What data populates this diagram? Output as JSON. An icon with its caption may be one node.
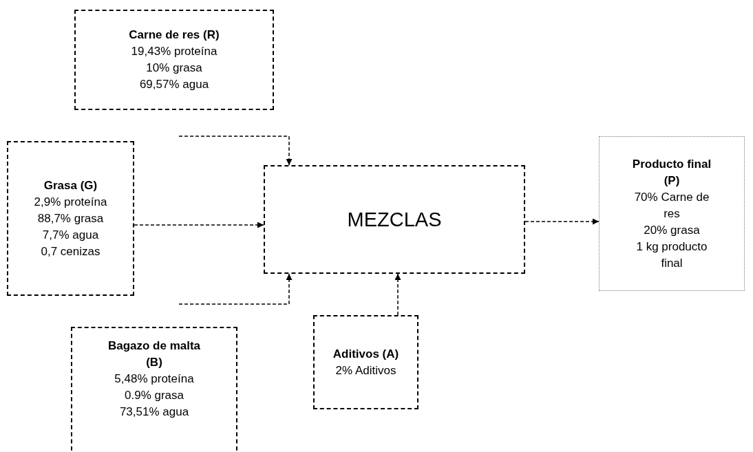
{
  "diagram": {
    "nodes": [
      {
        "text": [
          "Carne de res (R)",
          "19,43% proteína",
          "10% grasa",
          "69,57% agua"
        ]
      },
      {
        "text": [
          "Grasa (G)",
          "2,9% proteína",
          "88,7% grasa",
          "7,7% agua",
          "0,7 cenizas"
        ]
      },
      {
        "text": [
          "MEZCLAS"
        ]
      },
      {
        "text": [
          "Producto final (P)",
          "70% Carne de res",
          "20% grasa",
          "1 kg producto final"
        ]
      },
      {
        "text": [
          "Bagazo de malta (B)",
          "5,48% proteína",
          "0.9% grasa",
          "73,51% agua"
        ]
      },
      {
        "text": [
          "Aditivos (A)",
          "2% Aditivos"
        ]
      }
    ],
    "edges": [
      {
        "from": null,
        "to": 2,
        "arrow": "to"
      },
      {
        "from": 1,
        "to": 2,
        "arrow": "to"
      },
      {
        "from": null,
        "to": 2,
        "arrow": "to"
      },
      {
        "from": 5,
        "to": 2,
        "arrow": "to"
      },
      {
        "from": 2,
        "to": 3,
        "arrow": "to"
      }
    ]
  }
}
